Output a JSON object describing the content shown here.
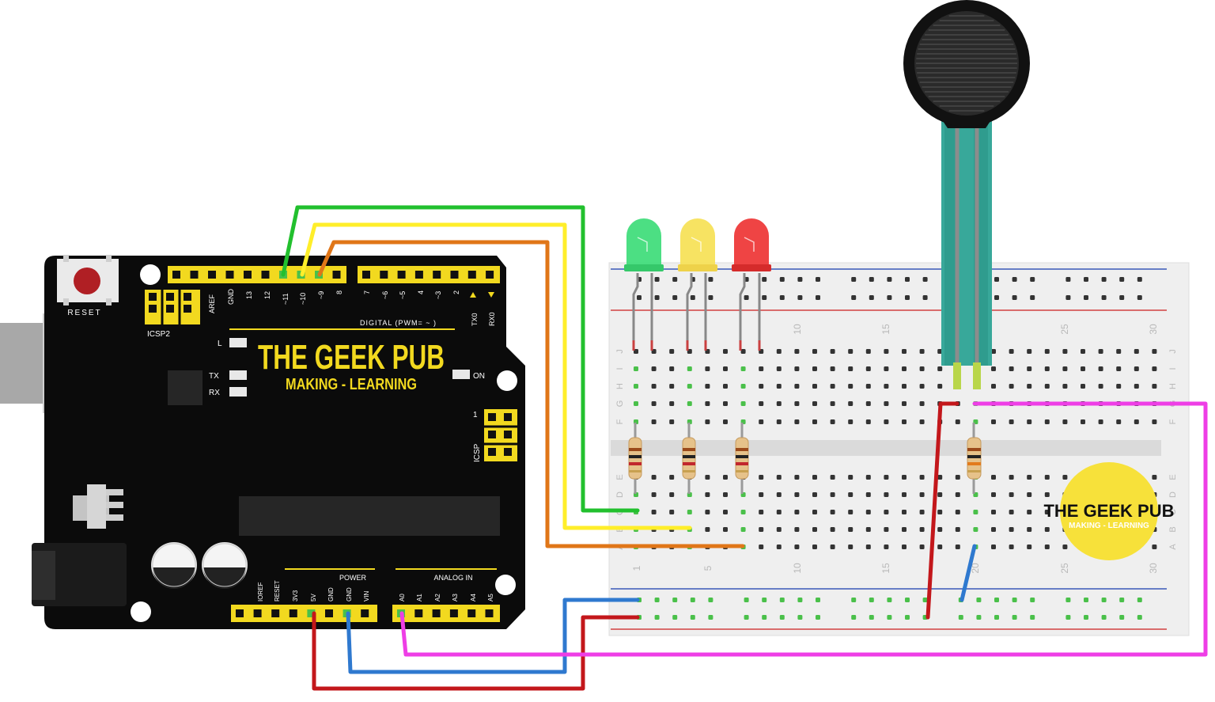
{
  "arduino": {
    "brand_title": "THE GEEK PUB",
    "brand_subtitle": "MAKING - LEARNING",
    "reset_label": "RESET",
    "icsp2_label": "ICSP2",
    "icsp_label": "ICSP",
    "icsp_pin1": "1",
    "aref_label": "AREF",
    "gnd_label": "GND",
    "digital_pins": [
      "13",
      "12",
      "~11",
      "~10",
      "~9",
      "8",
      "7",
      "~6",
      "~5",
      "4",
      "~3",
      "2",
      "TX0",
      "RX0"
    ],
    "digital_header": "DIGITAL (PWM= ~ )",
    "led_l": "L",
    "led_tx": "TX",
    "led_rx": "RX",
    "led_on": "ON",
    "power_label": "POWER",
    "analog_label": "ANALOG IN",
    "power_pins": [
      "IOREF",
      "RESET",
      "3V3",
      "5V",
      "GND",
      "GND",
      "VIN"
    ],
    "analog_pins": [
      "A0",
      "A1",
      "A2",
      "A3",
      "A4",
      "A5"
    ]
  },
  "breadboard": {
    "row_letters_top": [
      "J",
      "I",
      "H",
      "G",
      "F"
    ],
    "row_letters_bottom": [
      "E",
      "D",
      "C",
      "B",
      "A"
    ],
    "column_numbers_top": [
      "10",
      "15",
      "25",
      "30"
    ],
    "column_numbers_bottom": [
      "1",
      "5",
      "10",
      "15",
      "20",
      "25",
      "30"
    ],
    "logo_title": "THE GEEK PUB",
    "logo_subtitle": "MAKING - LEARNING"
  },
  "components": {
    "leds": [
      {
        "color": "green",
        "fill": "#3ddc78"
      },
      {
        "color": "yellow",
        "fill": "#f7e15a"
      },
      {
        "color": "red",
        "fill": "#ee3a3a"
      }
    ],
    "sensor": "force-sensitive-resistor"
  },
  "colors": {
    "board": "#0b0b0b",
    "header": "#f2d91f",
    "breadboard": "#efefef",
    "wire_green": "#22c02e",
    "wire_yellow": "#ffee2a",
    "wire_orange": "#e07618",
    "wire_red": "#c3171b",
    "wire_blue": "#2f79cf",
    "wire_magenta": "#ee3ee6",
    "rail_blue": "#3a59b8",
    "rail_red": "#d24040",
    "hole_active": "#4ac04a"
  }
}
